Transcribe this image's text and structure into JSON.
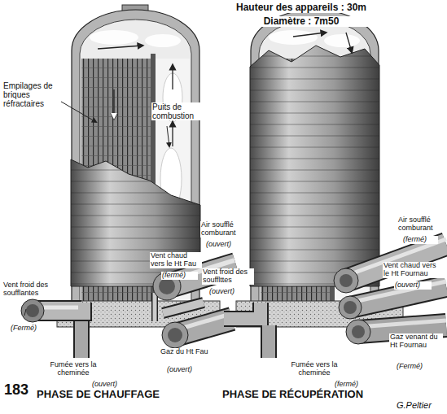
{
  "diagram": {
    "labels": [
      "Hauteur des appareils : 30m",
      "Diamètre : 7m50",
      "Empilages de briques réfractaires",
      "Puits de combustion",
      "Vent froid des soufflantes",
      "(Fermé)",
      "Vent chaud vers le Ht Fau",
      "(fermé)",
      "Vent froid des soufflttes",
      "(ouvert)",
      "Air soufflé comburant",
      "(ouvert)",
      "Fumée vers la cheminée",
      "(ouvert)",
      "Gaz du Ht Fau",
      "(ouvert)",
      "183",
      "PHASE DE CHAUFFAGE",
      "PHASE DE RÉCUPÉRATION",
      "Air soufflé comburant",
      "(fermé)",
      "Vent chaud vers le Ht Fournau",
      "(ouvert)",
      "Gaz venant du Ht Fournau",
      "(Fermé)",
      "Fumée vers la cheminée",
      "(fermé)",
      "G.Peltier"
    ]
  }
}
